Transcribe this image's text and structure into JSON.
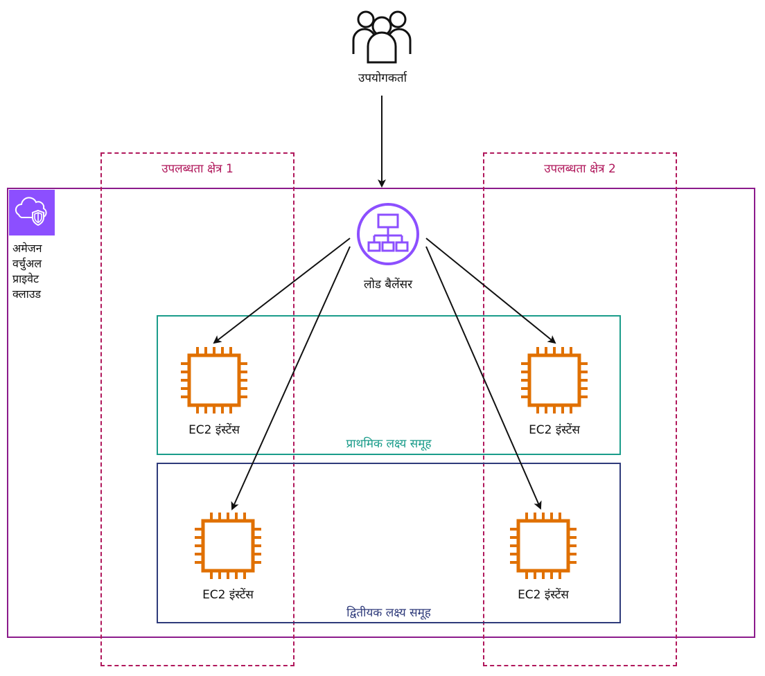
{
  "users": {
    "label": "उपयोगकर्ता"
  },
  "vpc": {
    "label": "अमेजन\nवर्चुअल\nप्राइवेट\nक्लाउड"
  },
  "availability_zones": [
    {
      "label": "उपलब्धता क्षेत्र 1"
    },
    {
      "label": "उपलब्धता क्षेत्र 2"
    }
  ],
  "load_balancer": {
    "label": "लोड बैलेंसर"
  },
  "target_groups": {
    "primary": {
      "label": "प्राथमिक लक्ष्य समूह"
    },
    "secondary": {
      "label": "द्वितीयक लक्ष्य समूह"
    }
  },
  "instances": [
    {
      "label": "EC2 इंस्टेंस"
    },
    {
      "label": "EC2 इंस्टेंस"
    },
    {
      "label": "EC2 इंस्टेंस"
    },
    {
      "label": "EC2 इंस्टेंस"
    }
  ],
  "colors": {
    "vpc_border": "#8b1a8b",
    "vpc_icon": "#8c4fff",
    "az_border": "#b0175b",
    "primary_group": "#1a9c8a",
    "secondary_group": "#2e3a7a",
    "ec2": "#e07000",
    "load_balancer": "#8c4fff"
  }
}
